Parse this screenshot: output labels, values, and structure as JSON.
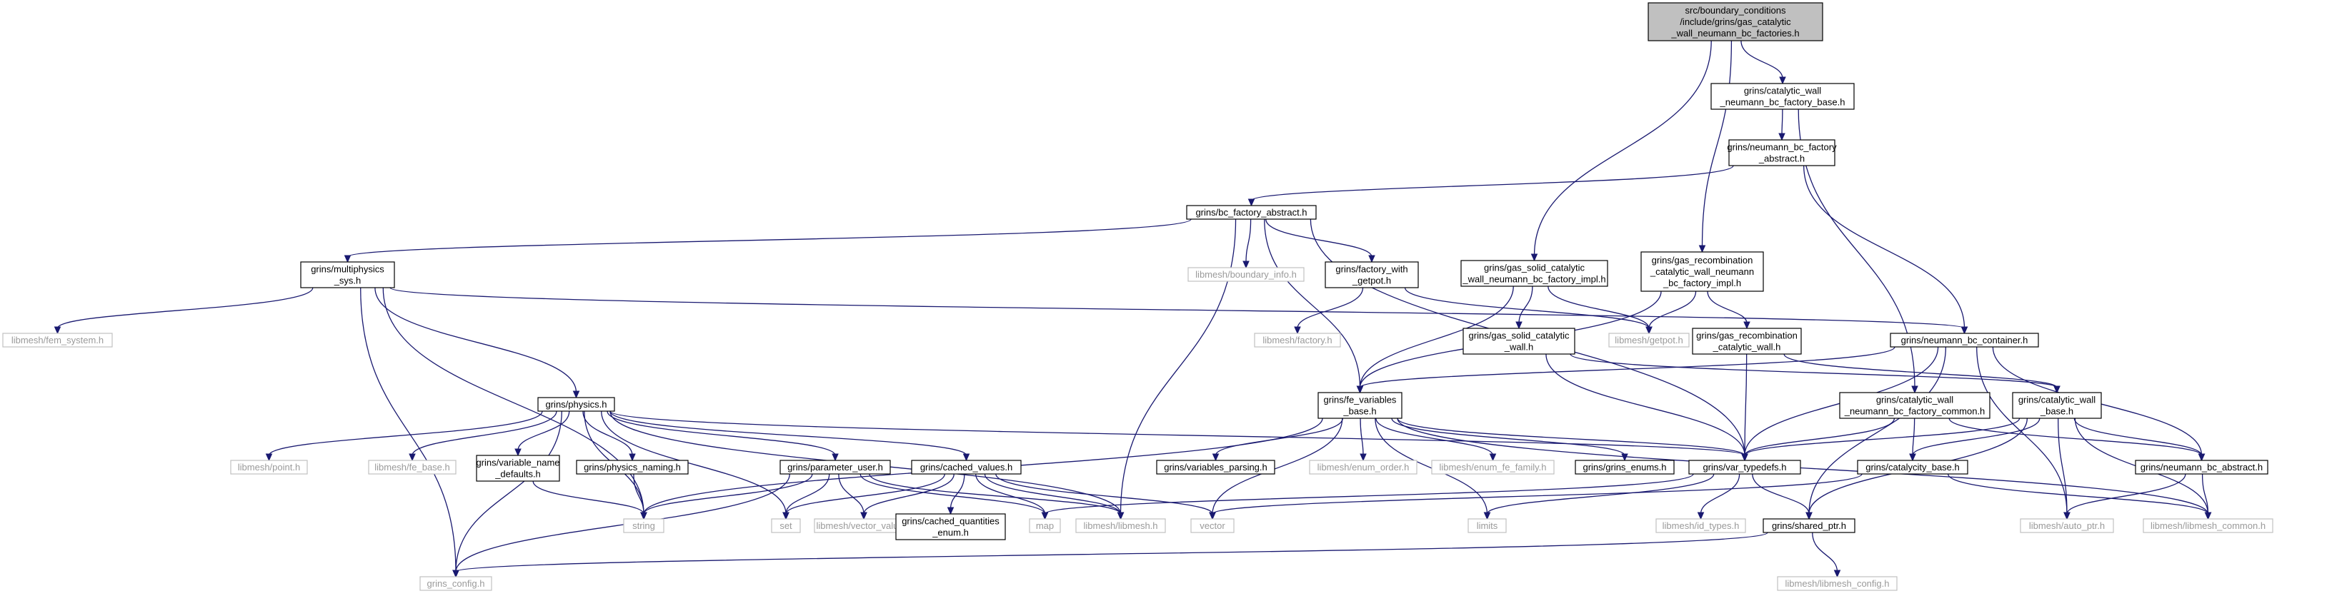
{
  "diagram": {
    "nodes": [
      {
        "id": "root",
        "lines": [
          "src/boundary_conditions",
          "/include/grins/gas_catalytic",
          "_wall_neumann_bc_factories.h"
        ],
        "kind": "root"
      },
      {
        "id": "cwnbfb",
        "lines": [
          "grins/catalytic_wall",
          "_neumann_bc_factory_base.h"
        ],
        "kind": "int"
      },
      {
        "id": "nbfa",
        "lines": [
          "grins/neumann_bc_factory",
          "_abstract.h"
        ],
        "kind": "int"
      },
      {
        "id": "bcfa",
        "lines": [
          "grins/bc_factory_abstract.h"
        ],
        "kind": "int"
      },
      {
        "id": "gscw_impl",
        "lines": [
          "grins/gas_solid_catalytic",
          "_wall_neumann_bc_factory_impl.h"
        ],
        "kind": "int"
      },
      {
        "id": "grcw_impl",
        "lines": [
          "grins/gas_recombination",
          "_catalytic_wall_neumann",
          "_bc_factory_impl.h"
        ],
        "kind": "int"
      },
      {
        "id": "multiphys",
        "lines": [
          "grins/multiphysics",
          "_sys.h"
        ],
        "kind": "int"
      },
      {
        "id": "boundary_info",
        "lines": [
          "libmesh/boundary_info.h"
        ],
        "kind": "ext"
      },
      {
        "id": "fwg",
        "lines": [
          "grins/factory_with",
          "_getpot.h"
        ],
        "kind": "int"
      },
      {
        "id": "gscw",
        "lines": [
          "grins/gas_solid_catalytic",
          "_wall.h"
        ],
        "kind": "int"
      },
      {
        "id": "getpot",
        "lines": [
          "libmesh/getpot.h"
        ],
        "kind": "ext"
      },
      {
        "id": "grcw",
        "lines": [
          "grins/gas_recombination",
          "_catalytic_wall.h"
        ],
        "kind": "int"
      },
      {
        "id": "nbcc",
        "lines": [
          "grins/neumann_bc_container.h"
        ],
        "kind": "int"
      },
      {
        "id": "fem_system",
        "lines": [
          "libmesh/fem_system.h"
        ],
        "kind": "ext"
      },
      {
        "id": "lfactory",
        "lines": [
          "libmesh/factory.h"
        ],
        "kind": "ext"
      },
      {
        "id": "physics",
        "lines": [
          "grins/physics.h"
        ],
        "kind": "int"
      },
      {
        "id": "fevb",
        "lines": [
          "grins/fe_variables",
          "_base.h"
        ],
        "kind": "int"
      },
      {
        "id": "cwnbfc",
        "lines": [
          "grins/catalytic_wall",
          "_neumann_bc_factory_common.h"
        ],
        "kind": "int"
      },
      {
        "id": "cwb",
        "lines": [
          "grins/catalytic_wall",
          "_base.h"
        ],
        "kind": "int"
      },
      {
        "id": "point",
        "lines": [
          "libmesh/point.h"
        ],
        "kind": "ext"
      },
      {
        "id": "fe_base",
        "lines": [
          "libmesh/fe_base.h"
        ],
        "kind": "ext"
      },
      {
        "id": "vnd",
        "lines": [
          "grins/variable_name",
          "_defaults.h"
        ],
        "kind": "int"
      },
      {
        "id": "phys_naming",
        "lines": [
          "grins/physics_naming.h"
        ],
        "kind": "int"
      },
      {
        "id": "param_user",
        "lines": [
          "grins/parameter_user.h"
        ],
        "kind": "int"
      },
      {
        "id": "cached_values",
        "lines": [
          "grins/cached_values.h"
        ],
        "kind": "int"
      },
      {
        "id": "var_parsing",
        "lines": [
          "grins/variables_parsing.h"
        ],
        "kind": "int"
      },
      {
        "id": "enum_order",
        "lines": [
          "libmesh/enum_order.h"
        ],
        "kind": "ext"
      },
      {
        "id": "enum_fe_family",
        "lines": [
          "libmesh/enum_fe_family.h"
        ],
        "kind": "ext"
      },
      {
        "id": "grins_enums",
        "lines": [
          "grins/grins_enums.h"
        ],
        "kind": "int"
      },
      {
        "id": "var_typedefs",
        "lines": [
          "grins/var_typedefs.h"
        ],
        "kind": "int"
      },
      {
        "id": "catalycity_base",
        "lines": [
          "grins/catalycity_base.h"
        ],
        "kind": "int"
      },
      {
        "id": "nbca",
        "lines": [
          "grins/neumann_bc_abstract.h"
        ],
        "kind": "int"
      },
      {
        "id": "string",
        "lines": [
          "string"
        ],
        "kind": "ext"
      },
      {
        "id": "set",
        "lines": [
          "set"
        ],
        "kind": "ext"
      },
      {
        "id": "vector_value",
        "lines": [
          "libmesh/vector_value.h"
        ],
        "kind": "ext"
      },
      {
        "id": "cqe",
        "lines": [
          "grins/cached_quantities",
          "_enum.h"
        ],
        "kind": "int"
      },
      {
        "id": "map",
        "lines": [
          "map"
        ],
        "kind": "ext"
      },
      {
        "id": "libmesh",
        "lines": [
          "libmesh/libmesh.h"
        ],
        "kind": "ext"
      },
      {
        "id": "vector",
        "lines": [
          "vector"
        ],
        "kind": "ext"
      },
      {
        "id": "limits",
        "lines": [
          "limits"
        ],
        "kind": "ext"
      },
      {
        "id": "id_types",
        "lines": [
          "libmesh/id_types.h"
        ],
        "kind": "ext"
      },
      {
        "id": "shared_ptr",
        "lines": [
          "grins/shared_ptr.h"
        ],
        "kind": "int"
      },
      {
        "id": "auto_ptr",
        "lines": [
          "libmesh/auto_ptr.h"
        ],
        "kind": "ext"
      },
      {
        "id": "libmesh_common",
        "lines": [
          "libmesh/libmesh_common.h"
        ],
        "kind": "ext"
      },
      {
        "id": "grins_config",
        "lines": [
          "grins_config.h"
        ],
        "kind": "ext"
      },
      {
        "id": "libmesh_config",
        "lines": [
          "libmesh/libmesh_config.h"
        ],
        "kind": "ext"
      }
    ],
    "edges": [
      [
        "root",
        "cwnbfb"
      ],
      [
        "root",
        "gscw_impl"
      ],
      [
        "root",
        "grcw_impl"
      ],
      [
        "cwnbfb",
        "nbfa"
      ],
      [
        "cwnbfb",
        "cwnbfc"
      ],
      [
        "nbfa",
        "bcfa"
      ],
      [
        "nbfa",
        "nbcc"
      ],
      [
        "bcfa",
        "multiphys"
      ],
      [
        "bcfa",
        "boundary_info"
      ],
      [
        "bcfa",
        "fwg"
      ],
      [
        "bcfa",
        "fevb"
      ],
      [
        "bcfa",
        "var_typedefs"
      ],
      [
        "bcfa",
        "libmesh"
      ],
      [
        "gscw_impl",
        "gscw"
      ],
      [
        "gscw_impl",
        "getpot"
      ],
      [
        "gscw_impl",
        "fevb"
      ],
      [
        "grcw_impl",
        "grcw"
      ],
      [
        "grcw_impl",
        "getpot"
      ],
      [
        "grcw_impl",
        "fevb"
      ],
      [
        "multiphys",
        "fem_system"
      ],
      [
        "multiphys",
        "physics"
      ],
      [
        "multiphys",
        "nbcc"
      ],
      [
        "multiphys",
        "grins_config"
      ],
      [
        "multiphys",
        "string"
      ],
      [
        "fwg",
        "lfactory"
      ],
      [
        "fwg",
        "getpot"
      ],
      [
        "gscw",
        "cwb"
      ],
      [
        "gscw",
        "var_typedefs"
      ],
      [
        "grcw",
        "cwb"
      ],
      [
        "grcw",
        "var_typedefs"
      ],
      [
        "nbcc",
        "fevb"
      ],
      [
        "nbcc",
        "var_typedefs"
      ],
      [
        "nbcc",
        "nbca"
      ],
      [
        "nbcc",
        "shared_ptr"
      ],
      [
        "nbcc",
        "auto_ptr"
      ],
      [
        "physics",
        "point"
      ],
      [
        "physics",
        "fe_base"
      ],
      [
        "physics",
        "vnd"
      ],
      [
        "physics",
        "phys_naming"
      ],
      [
        "physics",
        "param_user"
      ],
      [
        "physics",
        "cached_values"
      ],
      [
        "physics",
        "var_typedefs"
      ],
      [
        "physics",
        "string"
      ],
      [
        "physics",
        "set"
      ],
      [
        "physics",
        "libmesh"
      ],
      [
        "physics",
        "grins_config"
      ],
      [
        "fevb",
        "var_parsing"
      ],
      [
        "fevb",
        "enum_order"
      ],
      [
        "fevb",
        "enum_fe_family"
      ],
      [
        "fevb",
        "grins_enums"
      ],
      [
        "fevb",
        "var_typedefs"
      ],
      [
        "fevb",
        "string"
      ],
      [
        "fevb",
        "vector"
      ],
      [
        "fevb",
        "limits"
      ],
      [
        "fevb",
        "libmesh_common"
      ],
      [
        "cwnbfc",
        "catalycity_base"
      ],
      [
        "cwnbfc",
        "var_typedefs"
      ],
      [
        "cwnbfc",
        "nbca"
      ],
      [
        "cwb",
        "var_typedefs"
      ],
      [
        "cwb",
        "catalycity_base"
      ],
      [
        "cwb",
        "nbca"
      ],
      [
        "cwb",
        "shared_ptr"
      ],
      [
        "cwb",
        "auto_ptr"
      ],
      [
        "cwb",
        "libmesh_common"
      ],
      [
        "vnd",
        "string"
      ],
      [
        "phys_naming",
        "string"
      ],
      [
        "param_user",
        "string"
      ],
      [
        "param_user",
        "set"
      ],
      [
        "param_user",
        "vector_value"
      ],
      [
        "param_user",
        "map"
      ],
      [
        "param_user",
        "libmesh"
      ],
      [
        "param_user",
        "grins_config"
      ],
      [
        "cached_values",
        "cqe"
      ],
      [
        "cached_values",
        "vector_value"
      ],
      [
        "cached_values",
        "map"
      ],
      [
        "cached_values",
        "libmesh"
      ],
      [
        "cached_values",
        "vector"
      ],
      [
        "cached_values",
        "set"
      ],
      [
        "var_typedefs",
        "limits"
      ],
      [
        "var_typedefs",
        "id_types"
      ],
      [
        "var_typedefs",
        "shared_ptr"
      ],
      [
        "var_typedefs",
        "map"
      ],
      [
        "catalycity_base",
        "vector"
      ],
      [
        "catalycity_base",
        "libmesh_common"
      ],
      [
        "nbca",
        "auto_ptr"
      ],
      [
        "nbca",
        "libmesh_common"
      ],
      [
        "shared_ptr",
        "libmesh_config"
      ],
      [
        "shared_ptr",
        "grins_config"
      ]
    ]
  }
}
